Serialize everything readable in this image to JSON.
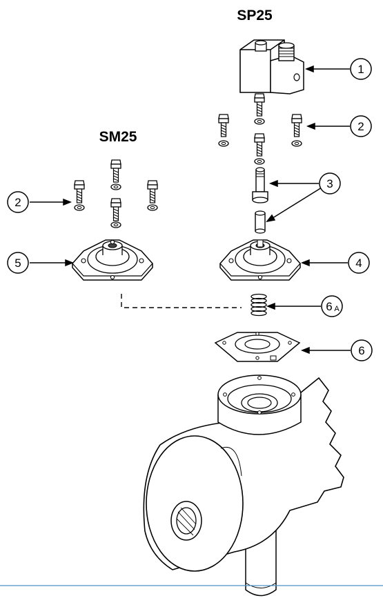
{
  "titles": {
    "sp": "SP25",
    "sm": "SM25"
  },
  "callouts": {
    "c1": "1",
    "c2_right": "2",
    "c2_left": "2",
    "c3": "3",
    "c4": "4",
    "c5": "5",
    "c6a_main": "6",
    "c6a_sub": "A",
    "c6": "6"
  },
  "colors": {
    "line": "#000000",
    "rule": "#4a90c8"
  }
}
